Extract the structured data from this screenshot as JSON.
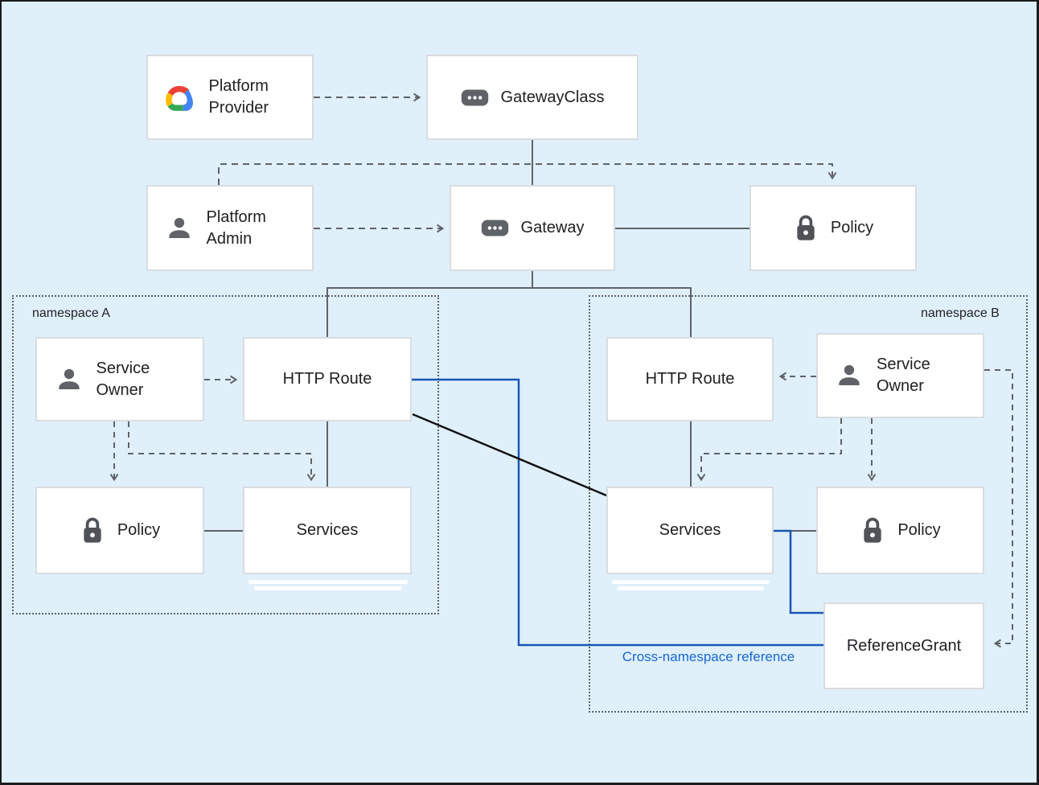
{
  "colors": {
    "background": "#dff0fb",
    "node_fill": "#ffffff",
    "node_border": "#d9dce0",
    "connector_gray": "#5f6368",
    "connector_blue": "#1a56b4",
    "connector_black": "#111111",
    "annotation_blue": "#1967d2",
    "icon_gray": "#5f6368",
    "lock_gray": "#4f5357",
    "google_red": "#ea4335",
    "google_blue": "#4285f4",
    "google_yellow": "#fbbc04",
    "google_green": "#34a853"
  },
  "namespaces": {
    "a": {
      "label": "namespace A"
    },
    "b": {
      "label": "namespace B"
    }
  },
  "nodes": {
    "platform_provider": {
      "label": "Platform Provider",
      "icon": "google-cloud-logo"
    },
    "gateway_class": {
      "label": "GatewayClass",
      "icon": "gateway-icon"
    },
    "platform_admin": {
      "label": "Platform Admin",
      "icon": "person-icon"
    },
    "gateway": {
      "label": "Gateway",
      "icon": "gateway-icon"
    },
    "policy_top": {
      "label": "Policy",
      "icon": "lock-icon"
    },
    "service_owner_a": {
      "label": "Service Owner",
      "icon": "person-icon"
    },
    "http_route_a": {
      "label": "HTTP Route"
    },
    "policy_a": {
      "label": "Policy",
      "icon": "lock-icon"
    },
    "services_a": {
      "label": "Services"
    },
    "http_route_b": {
      "label": "HTTP Route"
    },
    "service_owner_b": {
      "label": "Service Owner",
      "icon": "person-icon"
    },
    "services_b": {
      "label": "Services"
    },
    "policy_b": {
      "label": "Policy",
      "icon": "lock-icon"
    },
    "reference_grant": {
      "label": "ReferenceGrant"
    }
  },
  "annotations": {
    "cross_namespace_reference": "Cross-namespace reference"
  },
  "edges": [
    "platform_provider -> gateway_class (dashed)",
    "gateway_class -> gateway (solid)",
    "platform_admin -> gateway (dashed)",
    "platform_admin -> policy_top (dashed)",
    "gateway - policy_top (solid)",
    "gateway -> http_route_a (solid)",
    "gateway -> http_route_b (solid)",
    "service_owner_a -> http_route_a (dashed)",
    "service_owner_a -> policy_a (dashed)",
    "service_owner_a -> services_a (dashed)",
    "http_route_a - services_a (solid)",
    "policy_a - services_a (solid)",
    "service_owner_b -> http_route_b (dashed)",
    "service_owner_b -> services_b (dashed)",
    "service_owner_b -> policy_b (dashed)",
    "http_route_b - services_b (solid)",
    "services_b - policy_b (solid)",
    "services_b - reference_grant (blue)",
    "http_route_a - reference_grant (blue cross-namespace)",
    "http_route_a - services_b (black)",
    "service_owner_b -> reference_grant (dashed)"
  ]
}
